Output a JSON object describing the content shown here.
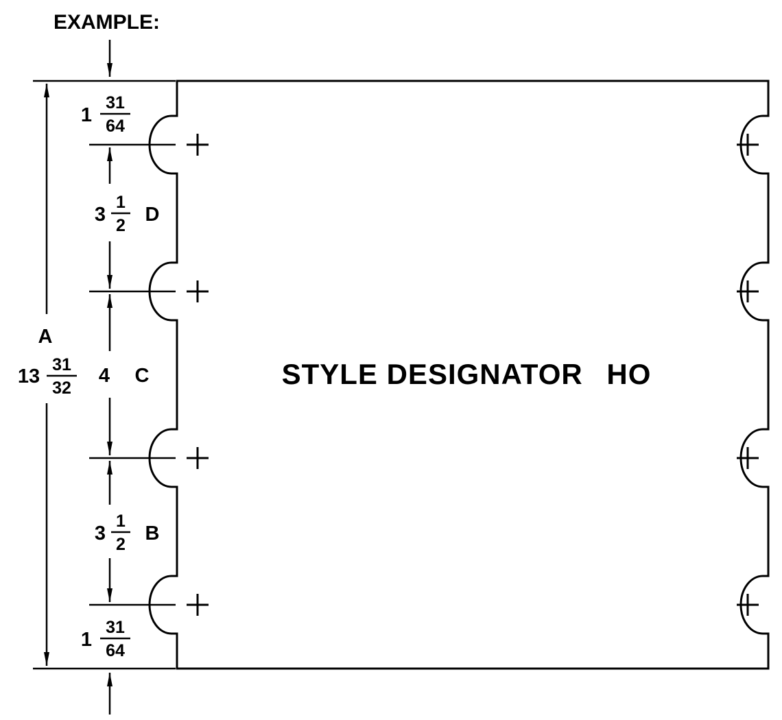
{
  "header": {
    "example_label": "EXAMPLE:"
  },
  "panel": {
    "designator_label": "STYLE DESIGNATOR",
    "designator_code": "HO"
  },
  "dims": {
    "overall_letter": "A",
    "overall": {
      "whole": "13",
      "num": "31",
      "den": "32"
    },
    "top_offset": {
      "whole": "1",
      "num": "31",
      "den": "64"
    },
    "bottom_offset": {
      "whole": "1",
      "num": "31",
      "den": "64"
    },
    "spacing_d": {
      "whole": "3",
      "num": "1",
      "den": "2",
      "letter": "D"
    },
    "spacing_c": {
      "whole": "4",
      "letter": "C"
    },
    "spacing_b": {
      "whole": "3",
      "num": "1",
      "den": "2",
      "letter": "B"
    }
  },
  "marks": {
    "center_mark_count": 8
  },
  "colors": {
    "line": "#000000",
    "background": "#ffffff"
  }
}
